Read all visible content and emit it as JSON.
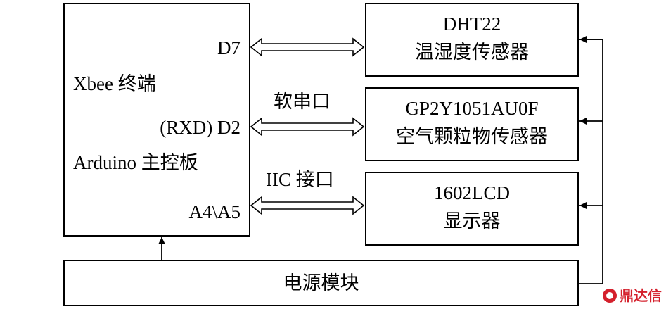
{
  "main_block": {
    "line1": "Xbee 终端",
    "line2": "Arduino 主控板",
    "pins": {
      "d7": "D7",
      "d2": "(RXD) D2",
      "a4a5": "A4\\A5"
    }
  },
  "links": {
    "soft_serial": "软串口",
    "iic": "IIC 接口"
  },
  "modules": [
    {
      "line1": "DHT22",
      "line2": "温湿度传感器"
    },
    {
      "line1": "GP2Y1051AU0F",
      "line2": "空气颗粒物传感器"
    },
    {
      "line1": "1602LCD",
      "line2": "显示器"
    }
  ],
  "power": {
    "label": "电源模块"
  },
  "watermark": {
    "text": "鼎达信",
    "color": "#d4202c"
  }
}
